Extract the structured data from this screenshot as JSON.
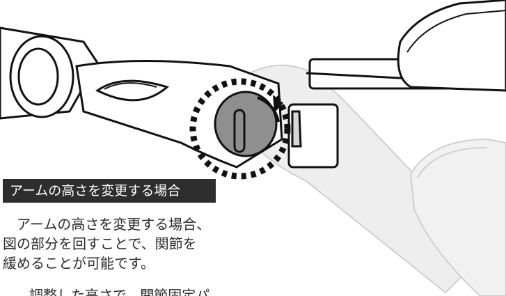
{
  "section_label": "アームの高さを変更する場合",
  "description_lines": [
    "　アームの高さを変更する場合、",
    "図の部分を回すことで、関節を",
    "緩めることが可能です。"
  ],
  "next_paragraph_partial": "調整した高さで、関節固定パ",
  "colors": {
    "label_background": "#2e2e2e",
    "label_text": "#ffffff",
    "body_text": "#2a2a2a",
    "line_art": "#111111",
    "knob_gray": "#8f8f8f"
  },
  "icons": [
    "rotation-arrow-icon",
    "dashed-circle-highlight"
  ]
}
